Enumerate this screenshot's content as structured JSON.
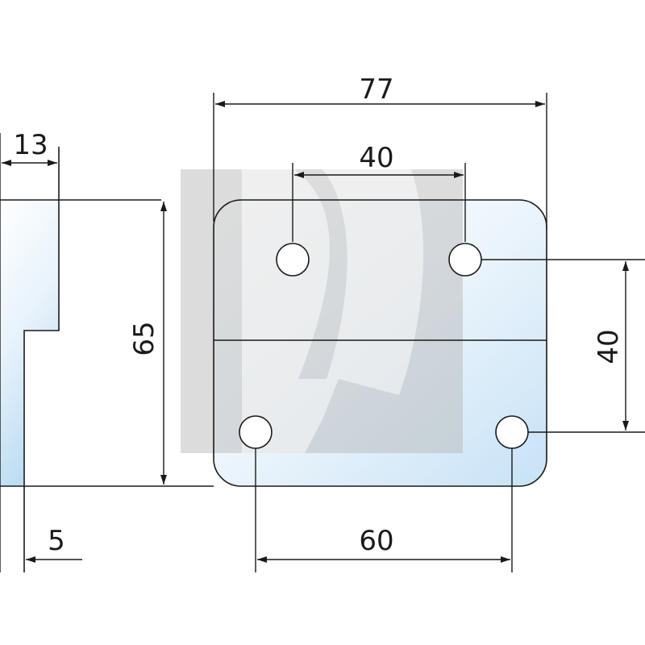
{
  "dimensions": {
    "top_width": "77",
    "hole_spacing_top": "40",
    "side_thickness": "13",
    "height": "65",
    "hole_spacing_right": "40",
    "hole_spacing_bottom": "60",
    "side_step": "5"
  },
  "colors": {
    "line": "#1a1a1a",
    "watermark": "#b4b4b4",
    "plate_glass": "#cfe6f7"
  }
}
